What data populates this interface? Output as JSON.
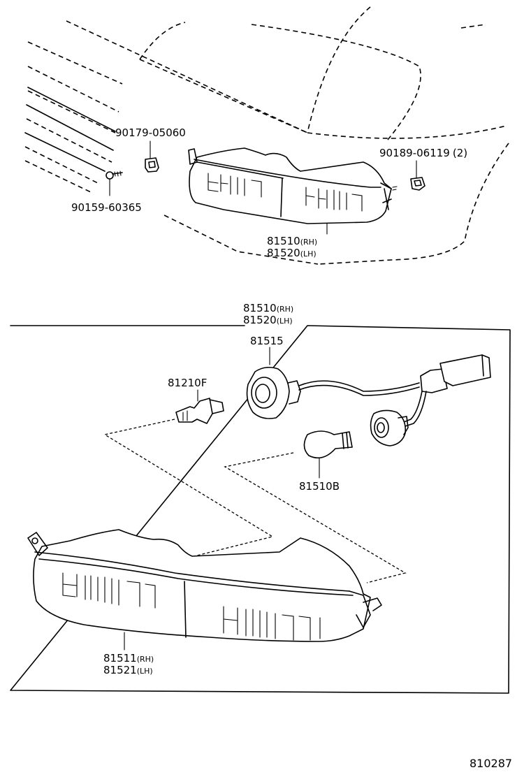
{
  "parts": {
    "clip": "90179-05060",
    "nut": "90189-06119",
    "nut_qty": "(2)",
    "screw": "90159-60365",
    "lamp_assy_top_rh_num": "81510",
    "lamp_assy_top_rh_sfx": "(RH)",
    "lamp_assy_top_lh_num": "81520",
    "lamp_assy_top_lh_sfx": "(LH)",
    "lamp_assy_box_rh_num": "81510",
    "lamp_assy_box_rh_sfx": "(RH)",
    "lamp_assy_box_lh_num": "81520",
    "lamp_assy_box_lh_sfx": "(LH)",
    "socket": "81515",
    "bulb_small": "81210F",
    "bulb_large": "81510B",
    "lens_rh_num": "81511",
    "lens_rh_sfx": "(RH)",
    "lens_lh_num": "81521",
    "lens_lh_sfx": "(LH)"
  },
  "illustration_number": "810287"
}
